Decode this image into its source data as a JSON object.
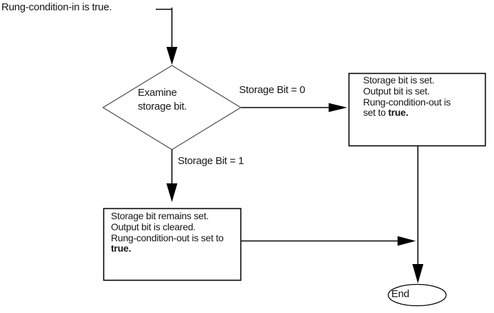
{
  "colors": {
    "background": "#ffffff",
    "line": "#000000",
    "diamond_stroke": "#3c3c3c",
    "text": "#161616"
  },
  "entry": {
    "label": "Rung-condition-in is true."
  },
  "decision": {
    "line1": "Examine",
    "line2": "storage bit."
  },
  "branch_zero": {
    "label": "Storage Bit = 0"
  },
  "branch_one": {
    "label": "Storage Bit = 1"
  },
  "box_set": {
    "line1": "Storage bit is set.",
    "line2": "Output bit is set.",
    "line3": "Rung-condition-out is",
    "line4_normal": "set to ",
    "line4_bold": "true."
  },
  "box_remains": {
    "line1": "Storage bit remains set.",
    "line2": "Output bit is cleared.",
    "line3": "Rung-condition-out is set to",
    "line4_bold": "true."
  },
  "terminator": {
    "label": "End"
  }
}
